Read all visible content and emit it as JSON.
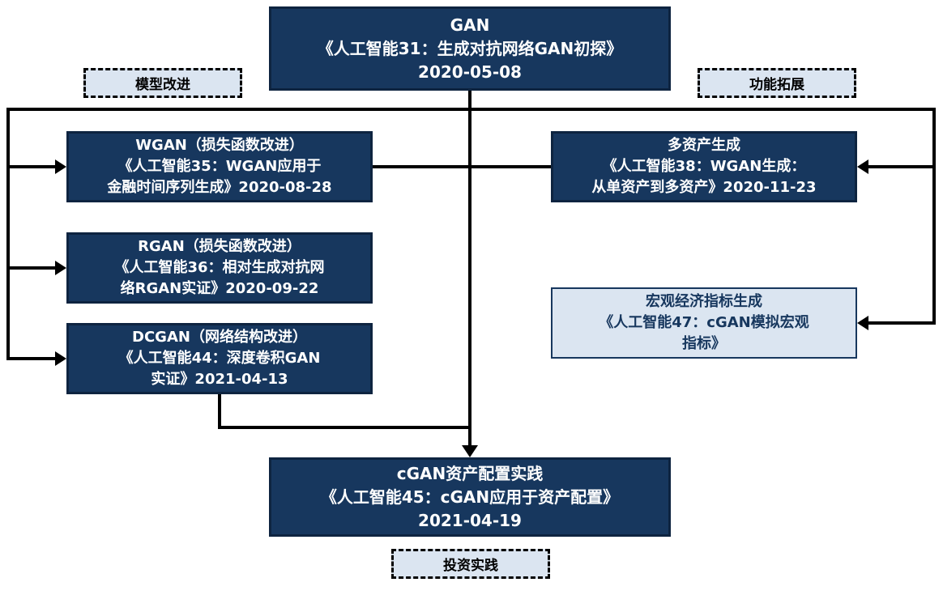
{
  "colors": {
    "node_dark_bg": "#17375E",
    "node_dark_text": "#FFFFFF",
    "node_light_bg": "#DBE5F1",
    "node_light_text": "#17375E",
    "connector": "#000000",
    "background": "#FFFFFF"
  },
  "tags": {
    "model_improvement": "模型改进",
    "function_expansion": "功能拓展",
    "investment_practice": "投资实践"
  },
  "nodes": {
    "gan": {
      "style": "dark",
      "lines": [
        "GAN",
        "《人工智能31：生成对抗网络GAN初探》",
        "2020-05-08"
      ]
    },
    "wgan": {
      "style": "dark",
      "lines": [
        "WGAN（损失函数改进）",
        "《人工智能35：WGAN应用于",
        "金融时间序列生成》2020-08-28"
      ]
    },
    "rgan": {
      "style": "dark",
      "lines": [
        "RGAN（损失函数改进）",
        "《人工智能36：相对生成对抗网",
        "络RGAN实证》2020-09-22"
      ]
    },
    "dcgan": {
      "style": "dark",
      "lines": [
        "DCGAN（网络结构改进）",
        "《人工智能44：深度卷积GAN",
        "实证》2021-04-13"
      ]
    },
    "multi_asset": {
      "style": "dark",
      "lines": [
        "多资产生成",
        "《人工智能38：WGAN生成：",
        "从单资产到多资产》2020-11-23"
      ]
    },
    "macro": {
      "style": "light",
      "lines": [
        "宏观经济指标生成",
        "《人工智能47：cGAN模拟宏观",
        "指标》"
      ]
    },
    "cgan_allocation": {
      "style": "dark",
      "lines": [
        "cGAN资产配置实践",
        "《人工智能45：cGAN应用于资产配置》",
        "2021-04-19"
      ]
    }
  }
}
